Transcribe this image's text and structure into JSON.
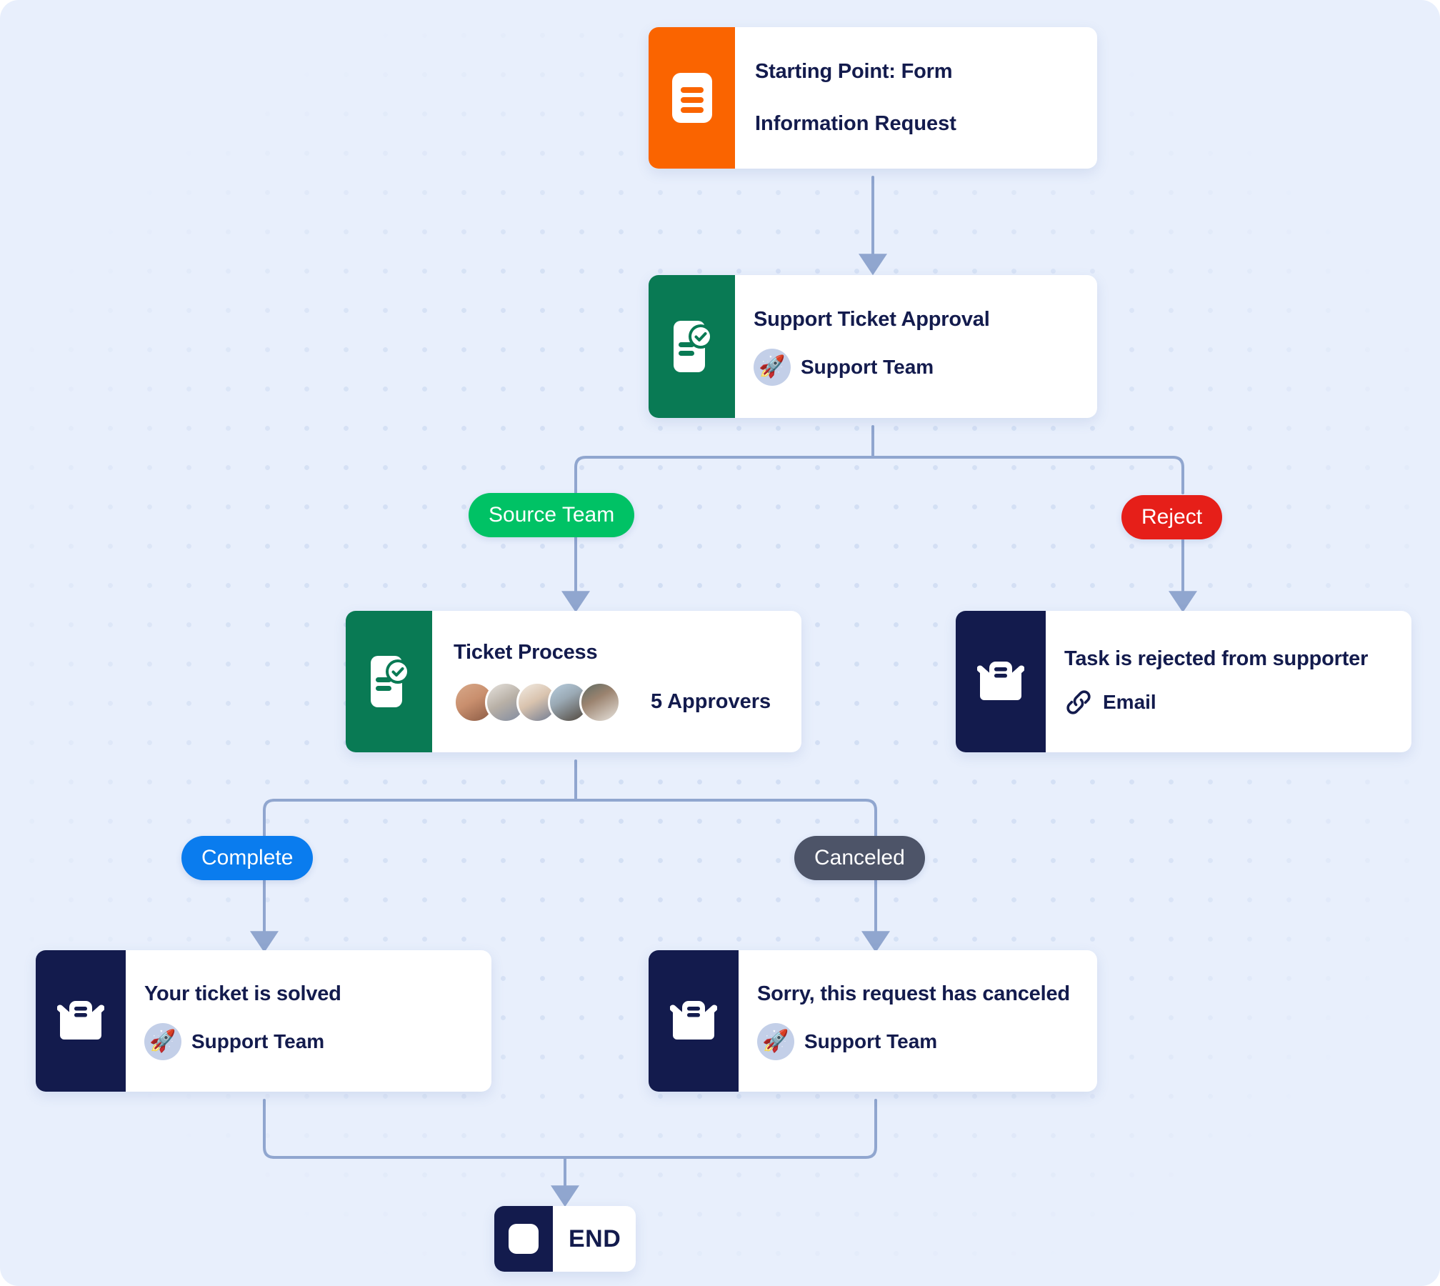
{
  "canvas": {
    "background_color": "#e8effc",
    "dot_color": "#cfdcf2",
    "connector_color": "#90a6cf"
  },
  "palette": {
    "orange": "#fa6400",
    "green": "#097a54",
    "navy": "#131b4d",
    "pill_green": "#00c265",
    "pill_red": "#e61f19",
    "pill_blue": "#0a7cee",
    "pill_gray": "#4d5468",
    "title_text": "#131b4d"
  },
  "nodes": {
    "start": {
      "icon": "form-document-icon",
      "accent": "#fa6400",
      "title": "Starting Point: Form",
      "line2": "Information Request"
    },
    "approval": {
      "icon": "approval-document-check-icon",
      "accent": "#097a54",
      "title": "Support Ticket Approval",
      "assignee_emoji": "🚀",
      "assignee": "Support Team"
    },
    "ticket_process": {
      "icon": "approval-document-check-icon",
      "accent": "#097a54",
      "title": "Ticket Process",
      "approvers_count": 5,
      "approvers_label": "5 Approvers",
      "avatars": [
        "approver-1",
        "approver-2",
        "approver-3",
        "approver-4",
        "approver-5"
      ]
    },
    "rejected": {
      "icon": "email-envelope-icon",
      "accent": "#131b4d",
      "title": "Task is rejected from supporter",
      "channel_icon": "link-chain-icon",
      "channel": "Email"
    },
    "solved": {
      "icon": "email-envelope-icon",
      "accent": "#131b4d",
      "title": "Your ticket is solved",
      "assignee_emoji": "🚀",
      "assignee": "Support Team"
    },
    "canceled": {
      "icon": "email-envelope-icon",
      "accent": "#131b4d",
      "title": "Sorry, this request has canceled",
      "assignee_emoji": "🚀",
      "assignee": "Support Team"
    },
    "end": {
      "icon": "stop-square-icon",
      "accent": "#131b4d",
      "label": "END"
    }
  },
  "branch_labels": {
    "source_team": "Source Team",
    "reject": "Reject",
    "complete": "Complete",
    "canceled": "Canceled"
  }
}
